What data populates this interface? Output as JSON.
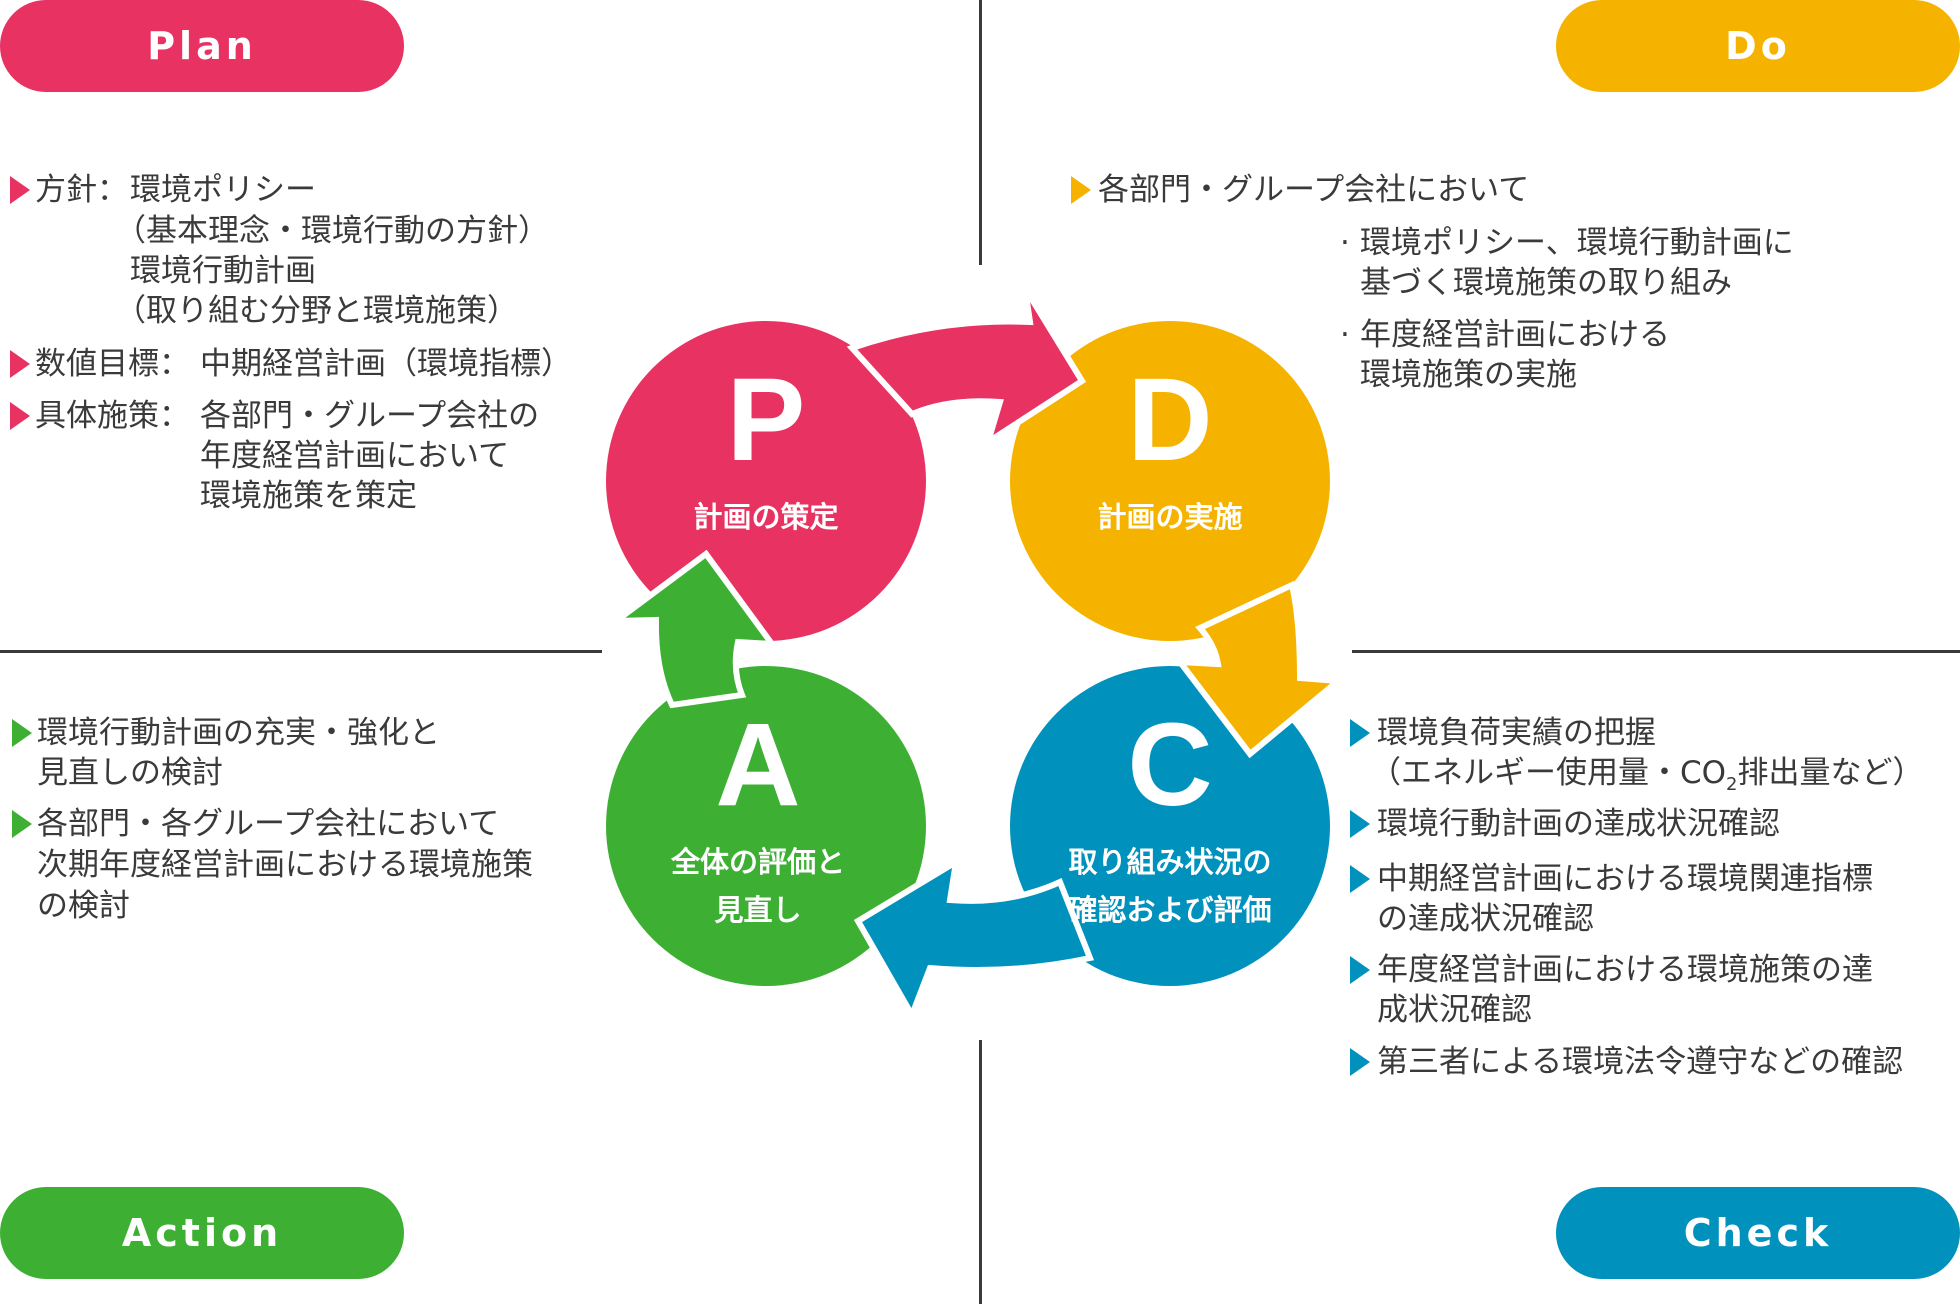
{
  "colors": {
    "plan": "#e83262",
    "do": "#f5b300",
    "check": "#0091bd",
    "action": "#3db034"
  },
  "pills": {
    "plan": "Plan",
    "do": "Do",
    "action": "Action",
    "check": "Check"
  },
  "cycle": {
    "p": {
      "letter": "P",
      "label": "計画の策定"
    },
    "d": {
      "letter": "D",
      "label": "計画の実施"
    },
    "c": {
      "letter": "C",
      "label1": "取り組み状況の",
      "label2": "確認および評価"
    },
    "a": {
      "letter": "A",
      "label1": "全体の評価と",
      "label2": "見直し"
    }
  },
  "plan": {
    "item1": {
      "label": "方針：",
      "l1": "環境ポリシー",
      "l2": "（基本理念・環境行動の方針）",
      "l3": "環境行動計画",
      "l4": "（取り組む分野と環境施策）"
    },
    "item2": {
      "label": "数値目標：",
      "l1": "中期経営計画（環境指標）"
    },
    "item3": {
      "label": "具体施策：",
      "l1": "各部門・グループ会社の",
      "l2": "年度経営計画において",
      "l3": "環境施策を策定"
    }
  },
  "do": {
    "head": "各部門・グループ会社において",
    "sub1": {
      "l1": "環境ポリシー、環境行動計画に",
      "l2": "基づく環境施策の取り組み"
    },
    "sub2": {
      "l1": "年度経営計画における",
      "l2": "環境施策の実施"
    }
  },
  "action": {
    "item1": {
      "l1": "環境行動計画の充実・強化と",
      "l2": "見直しの検討"
    },
    "item2": {
      "l1": "各部門・各グループ会社において",
      "l2": "次期年度経営計画における環境施策",
      "l3": "の検討"
    }
  },
  "check": {
    "item1": {
      "l1": "環境負荷実績の把握",
      "l2a": "（エネルギー使用量・CO",
      "l2sub": "2",
      "l2b": "排出量など）"
    },
    "item2": {
      "l1": "環境行動計画の達成状況確認"
    },
    "item3": {
      "l1": "中期経営計画における環境関連指標",
      "l2": "の達成状況確認"
    },
    "item4": {
      "l1": "年度経営計画における環境施策の達",
      "l2": "成状況確認"
    },
    "item5": {
      "l1": "第三者による環境法令遵守などの確認"
    }
  }
}
